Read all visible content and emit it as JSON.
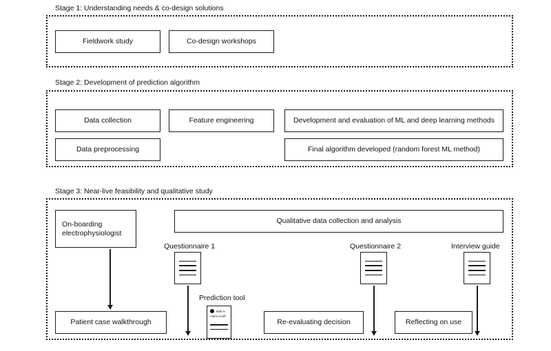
{
  "figure": {
    "kind": "three-stage-study-flow-diagram"
  },
  "stages": [
    {
      "id": "stage-1",
      "title": "Stage 1: Understanding needs & co-design solutions",
      "boxes": [
        {
          "label": "Fieldwork study"
        },
        {
          "label": "Co-design workshops"
        }
      ]
    },
    {
      "id": "stage-2",
      "title": "Stage 2: Development of prediction algorithm",
      "boxes": [
        {
          "label": "Data collection"
        },
        {
          "label": "Feature engineering"
        },
        {
          "label": "Development and evaluation of ML and deep learning methods"
        },
        {
          "label": "Data preprocessing"
        },
        {
          "label": "Final algorithm developed (random forest ML method)"
        }
      ]
    },
    {
      "id": "stage-3",
      "title": "Stage 3: Near-live feasibility and qualitative study",
      "boxes": [
        {
          "label": "On-boarding\nelectrophysiologist"
        },
        {
          "label": "Qualitative data collection and analysis"
        },
        {
          "label": "Patient case walkthrough"
        },
        {
          "label": "Re-evaluating decision"
        },
        {
          "label": "Reflecting on use"
        }
      ],
      "captions": [
        {
          "label": "Questionnaire 1"
        },
        {
          "label": "Questionnaire 2"
        },
        {
          "label": "Interview guide"
        },
        {
          "label": "Prediction tool"
        }
      ],
      "prediction_tool": {
        "risk_label": "Risk %",
        "alarm_label": "Alarm on/off"
      }
    }
  ],
  "colors": {
    "ink": "#1a1a1a",
    "paper": "#ffffff"
  }
}
